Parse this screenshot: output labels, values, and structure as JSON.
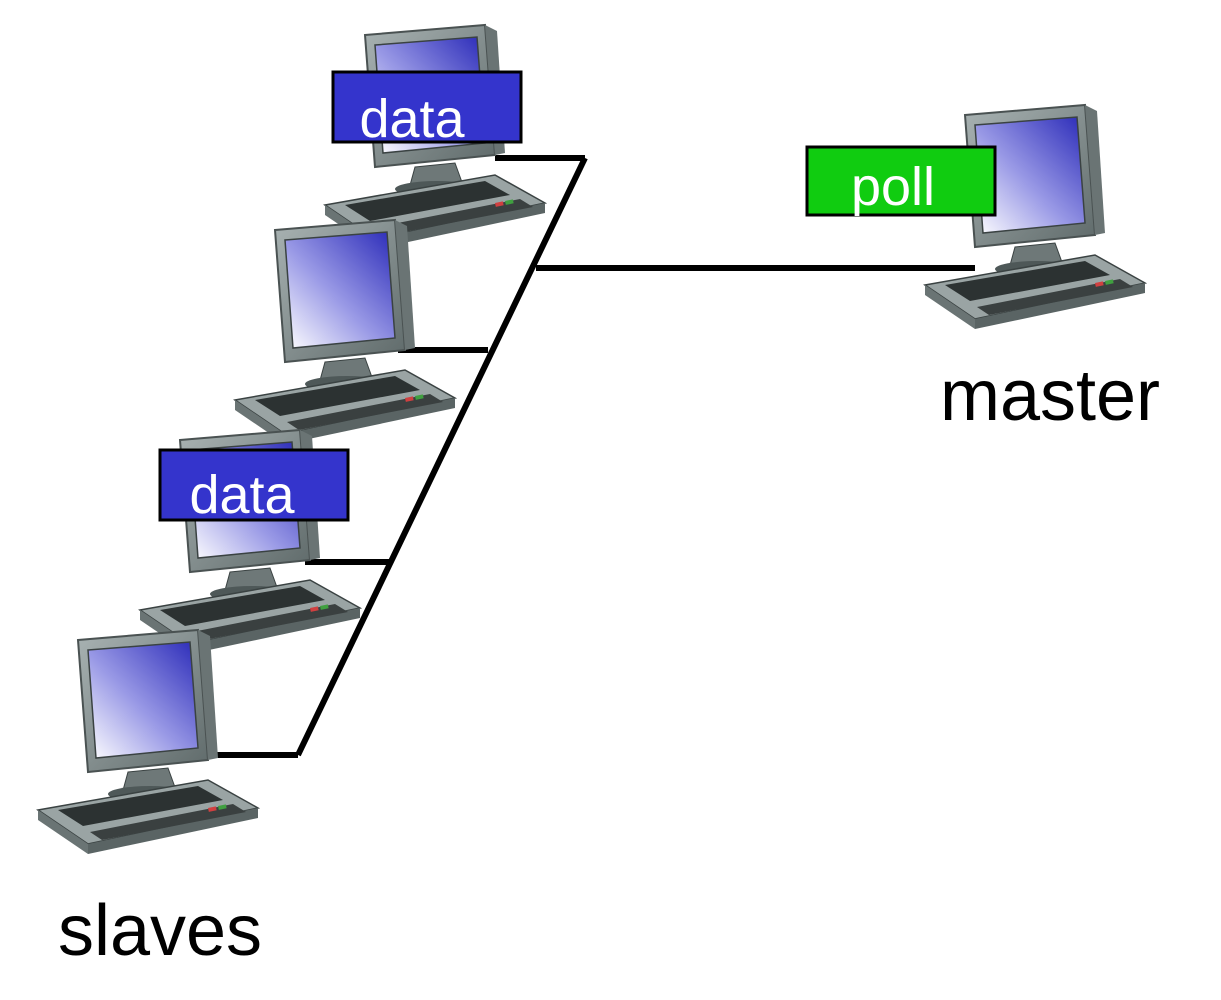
{
  "labels": {
    "master": "master",
    "slaves": "slaves"
  },
  "messages": {
    "poll": "poll",
    "data_top": "data",
    "data_third": "data"
  },
  "icons": {
    "computer": "desktop-computer-icon"
  },
  "colors": {
    "data_box": "#3434cc",
    "poll_box": "#10cc10",
    "link_line": "#000000",
    "screen_light": "#ffffff",
    "screen_dark": "#2a2ab8",
    "case": "#7d8a8a"
  }
}
